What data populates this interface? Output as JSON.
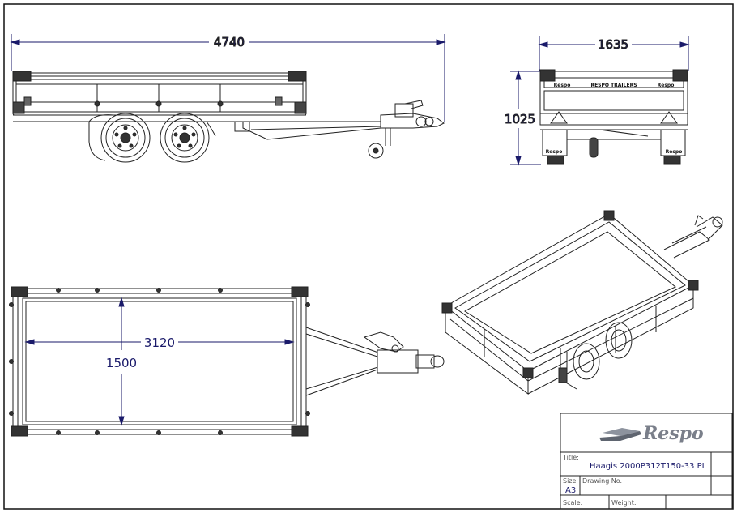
{
  "dimensions": {
    "side_length": "4740",
    "front_width": "1635",
    "front_height": "1025",
    "top_length": "3120",
    "top_width": "1500"
  },
  "front_view": {
    "plate_text": "RESPO TRAILERS",
    "left_badge": "Respo",
    "right_badge": "Respo",
    "top_left_badge": "Respo",
    "top_right_badge": "Respo"
  },
  "title_block": {
    "logo_text": "Respo",
    "title_label": "Title:",
    "title_value": "Haagis 2000P312T150-33 PL",
    "size_label": "Size",
    "size_value": "A3",
    "drawing_no_label": "Drawing No.",
    "drawing_no_value": "",
    "scale_label": "Scale:",
    "weight_label": "Weight:"
  }
}
